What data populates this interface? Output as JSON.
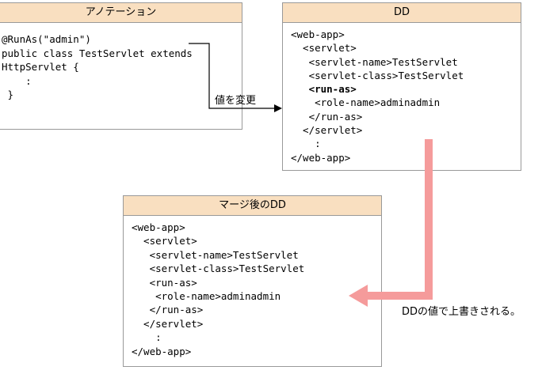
{
  "annotation_box": {
    "title": "アノテーション",
    "lines": [
      "@RunAs(\"admin\")",
      "public class TestServlet extends",
      "HttpServlet {",
      "    :",
      " }"
    ]
  },
  "dd_box": {
    "title": "DD",
    "lines": [
      "<web-app>",
      "  <servlet>",
      "   <servlet-name>TestServlet",
      "   <servlet-class>TestServlet",
      "   <run-as>",
      "    <role-name>adminadmin",
      "   </run-as>",
      "  </servlet>",
      "    :",
      "</web-app>"
    ]
  },
  "merged_box": {
    "title": "マージ後のDD",
    "lines": [
      "<web-app>",
      "  <servlet>",
      "   <servlet-name>TestServlet",
      "   <servlet-class>TestServlet",
      "   <run-as>",
      "    <role-name>adminadmin",
      "   </run-as>",
      "  </servlet>",
      "    :",
      "</web-app>"
    ]
  },
  "labels": {
    "change_value": "値を変更",
    "overwritten": "DDの値で上書きされる。"
  },
  "colors": {
    "header_bg": "#f9dfc0",
    "big_arrow": "#f59b9b"
  }
}
